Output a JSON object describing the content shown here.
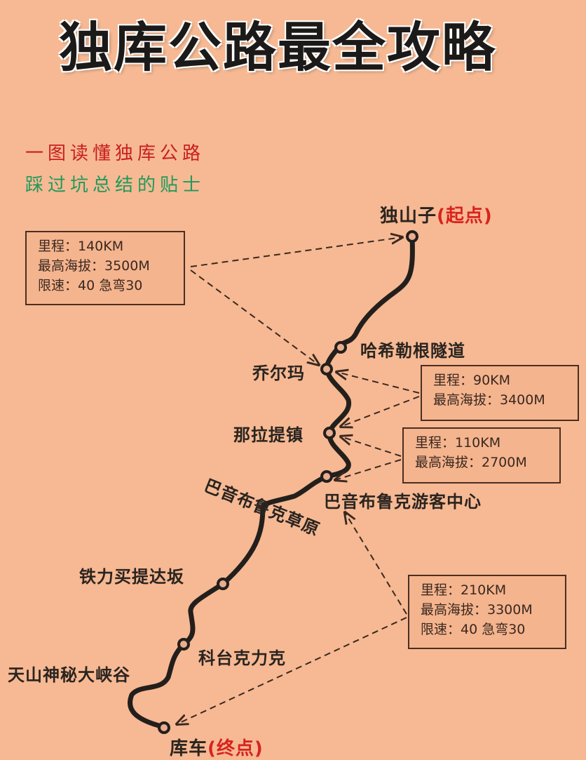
{
  "header": {
    "title": "独库公路最全攻略",
    "subtitle_red": "一图读懂独库公路",
    "subtitle_green": "踩过坑总结的贴士"
  },
  "colors": {
    "background": "#f6b993",
    "route": "#231f1c",
    "accent_red": "#d8231f",
    "accent_green": "#1f9a5c",
    "box_border": "#4a2e22"
  },
  "places": {
    "start": {
      "name": "独山子",
      "tag": "(起点)"
    },
    "hashilegen": {
      "name": "哈希勒根隧道"
    },
    "qiaoerma": {
      "name": "乔尔玛"
    },
    "nalati": {
      "name": "那拉提镇"
    },
    "bayinbuluke_center": {
      "name": "巴音布鲁克游客中心"
    },
    "bayinbuluke_grassland": {
      "name": "巴音布鲁克草原"
    },
    "tielimaiti": {
      "name": "铁力买提达坂"
    },
    "ketaikelike": {
      "name": "科台克力克"
    },
    "canyon": {
      "name": "天山神秘大峡谷"
    },
    "end": {
      "name": "库车",
      "tag": "(终点)"
    }
  },
  "segments": [
    {
      "from": "独山子",
      "to": "乔尔玛",
      "distance": "里程：140KM",
      "max_altitude": "最高海拔：3500M",
      "speed": "限速：40  急弯30"
    },
    {
      "from": "乔尔玛",
      "to": "那拉提镇",
      "distance": "里程：90KM",
      "max_altitude": "最高海拔：3400M"
    },
    {
      "from": "那拉提镇",
      "to": "巴音布鲁克游客中心",
      "distance": "里程：110KM",
      "max_altitude": "最高海拔：2700M"
    },
    {
      "from": "巴音布鲁克游客中心",
      "to": "库车",
      "distance": "里程：210KM",
      "max_altitude": "最高海拔：3300M",
      "speed": "限速：40  急弯30"
    }
  ]
}
